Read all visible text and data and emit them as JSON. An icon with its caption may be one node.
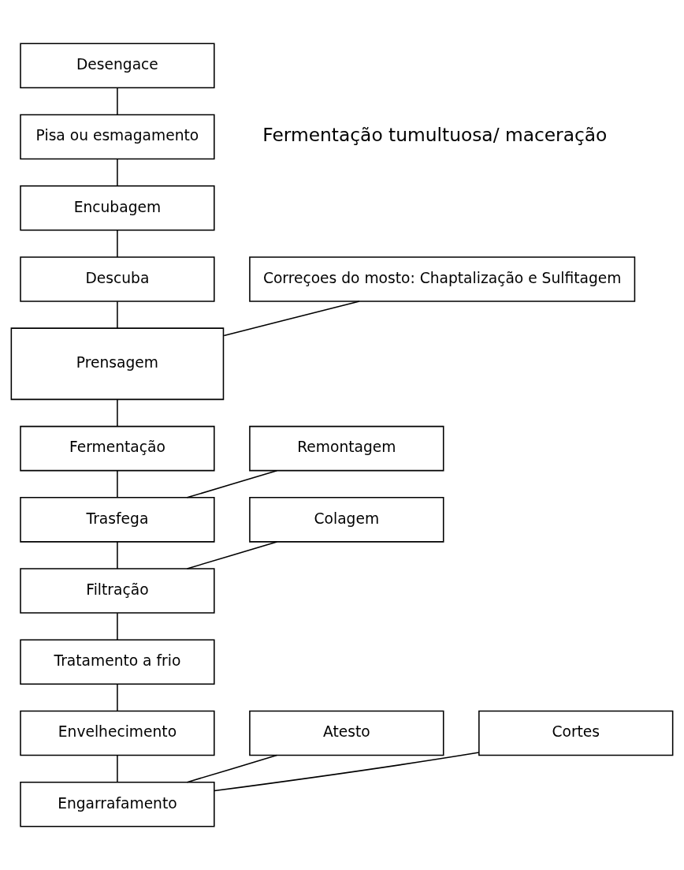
{
  "diagram": {
    "nodes": [
      {
        "text": [
          "Desengace"
        ]
      },
      {
        "text": [
          "Pisa ou esmagamento"
        ]
      },
      {
        "text": [
          "Encubagem"
        ]
      },
      {
        "text": [
          "Descuba"
        ]
      },
      {
        "text": [
          "Correçoes do mosto: Chaptalização e Sulfitagem"
        ]
      },
      {
        "text": [
          "Prensagem"
        ]
      },
      {
        "text": [
          "Fermentação"
        ]
      },
      {
        "text": [
          "Remontagem"
        ]
      },
      {
        "text": [
          "Trasfega"
        ]
      },
      {
        "text": [
          "Colagem"
        ]
      },
      {
        "text": [
          "Filtração"
        ]
      },
      {
        "text": [
          "Tratamento a frio"
        ]
      },
      {
        "text": [
          "Envelhecimento"
        ]
      },
      {
        "text": [
          "Atesto"
        ]
      },
      {
        "text": [
          "Cortes"
        ]
      },
      {
        "text": [
          "Engarrafamento"
        ]
      }
    ],
    "edges": [
      {
        "from": 0,
        "to": 1,
        "arrow": "none"
      },
      {
        "from": 1,
        "to": 2,
        "arrow": "none"
      },
      {
        "from": 2,
        "to": 3,
        "arrow": "none"
      },
      {
        "from": 3,
        "to": 5,
        "arrow": "none"
      },
      {
        "from": 4,
        "to": 5,
        "arrow": "none"
      },
      {
        "from": 5,
        "to": 6,
        "arrow": "none"
      },
      {
        "from": 6,
        "to": 8,
        "arrow": "none"
      },
      {
        "from": 7,
        "to": 8,
        "arrow": "none"
      },
      {
        "from": 8,
        "to": 10,
        "arrow": "none"
      },
      {
        "from": 9,
        "to": 10,
        "arrow": "none"
      },
      {
        "from": 10,
        "to": 11,
        "arrow": "none"
      },
      {
        "from": 11,
        "to": 12,
        "arrow": "none"
      },
      {
        "from": 12,
        "to": 15,
        "arrow": "none"
      },
      {
        "from": 13,
        "to": 15,
        "arrow": "none"
      },
      {
        "from": 14,
        "to": 15,
        "arrow": "none"
      }
    ],
    "labels": [
      "Fermentação tumultuosa/ maceração"
    ]
  }
}
